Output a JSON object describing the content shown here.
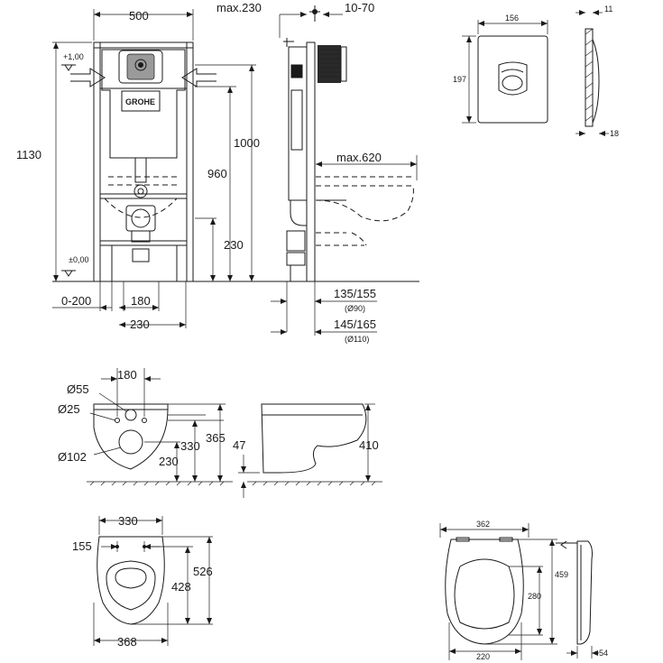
{
  "frame": {
    "width": "500",
    "height": "1130",
    "level_top": "+1,00",
    "level_zero": "±0,00",
    "logo": "GROHE",
    "h1000": "1000",
    "h960": "960",
    "h230": "230",
    "floor_range": "0-200",
    "w180": "180",
    "w230": "230"
  },
  "side": {
    "max230": "max.230",
    "range": "10-70",
    "max620": "max.620",
    "d1": "135/155",
    "d1_sub": "(Ø90)",
    "d2": "145/165",
    "d2_sub": "(Ø110)"
  },
  "plate": {
    "width": "156",
    "height": "197",
    "depth": "11",
    "offset": "18"
  },
  "pan_top": {
    "w180": "180",
    "d55": "Ø55",
    "d25": "Ø25",
    "d102": "Ø102",
    "h230": "230",
    "h330": "330",
    "h365": "365"
  },
  "pan_side": {
    "h47": "47",
    "h410": "410"
  },
  "pan_plan": {
    "w330": "330",
    "w155": "155",
    "h428": "428",
    "h526": "526",
    "w368": "368"
  },
  "seat": {
    "width": "362",
    "h459": "459",
    "h280": "280",
    "w220": "220",
    "d54": "54"
  }
}
